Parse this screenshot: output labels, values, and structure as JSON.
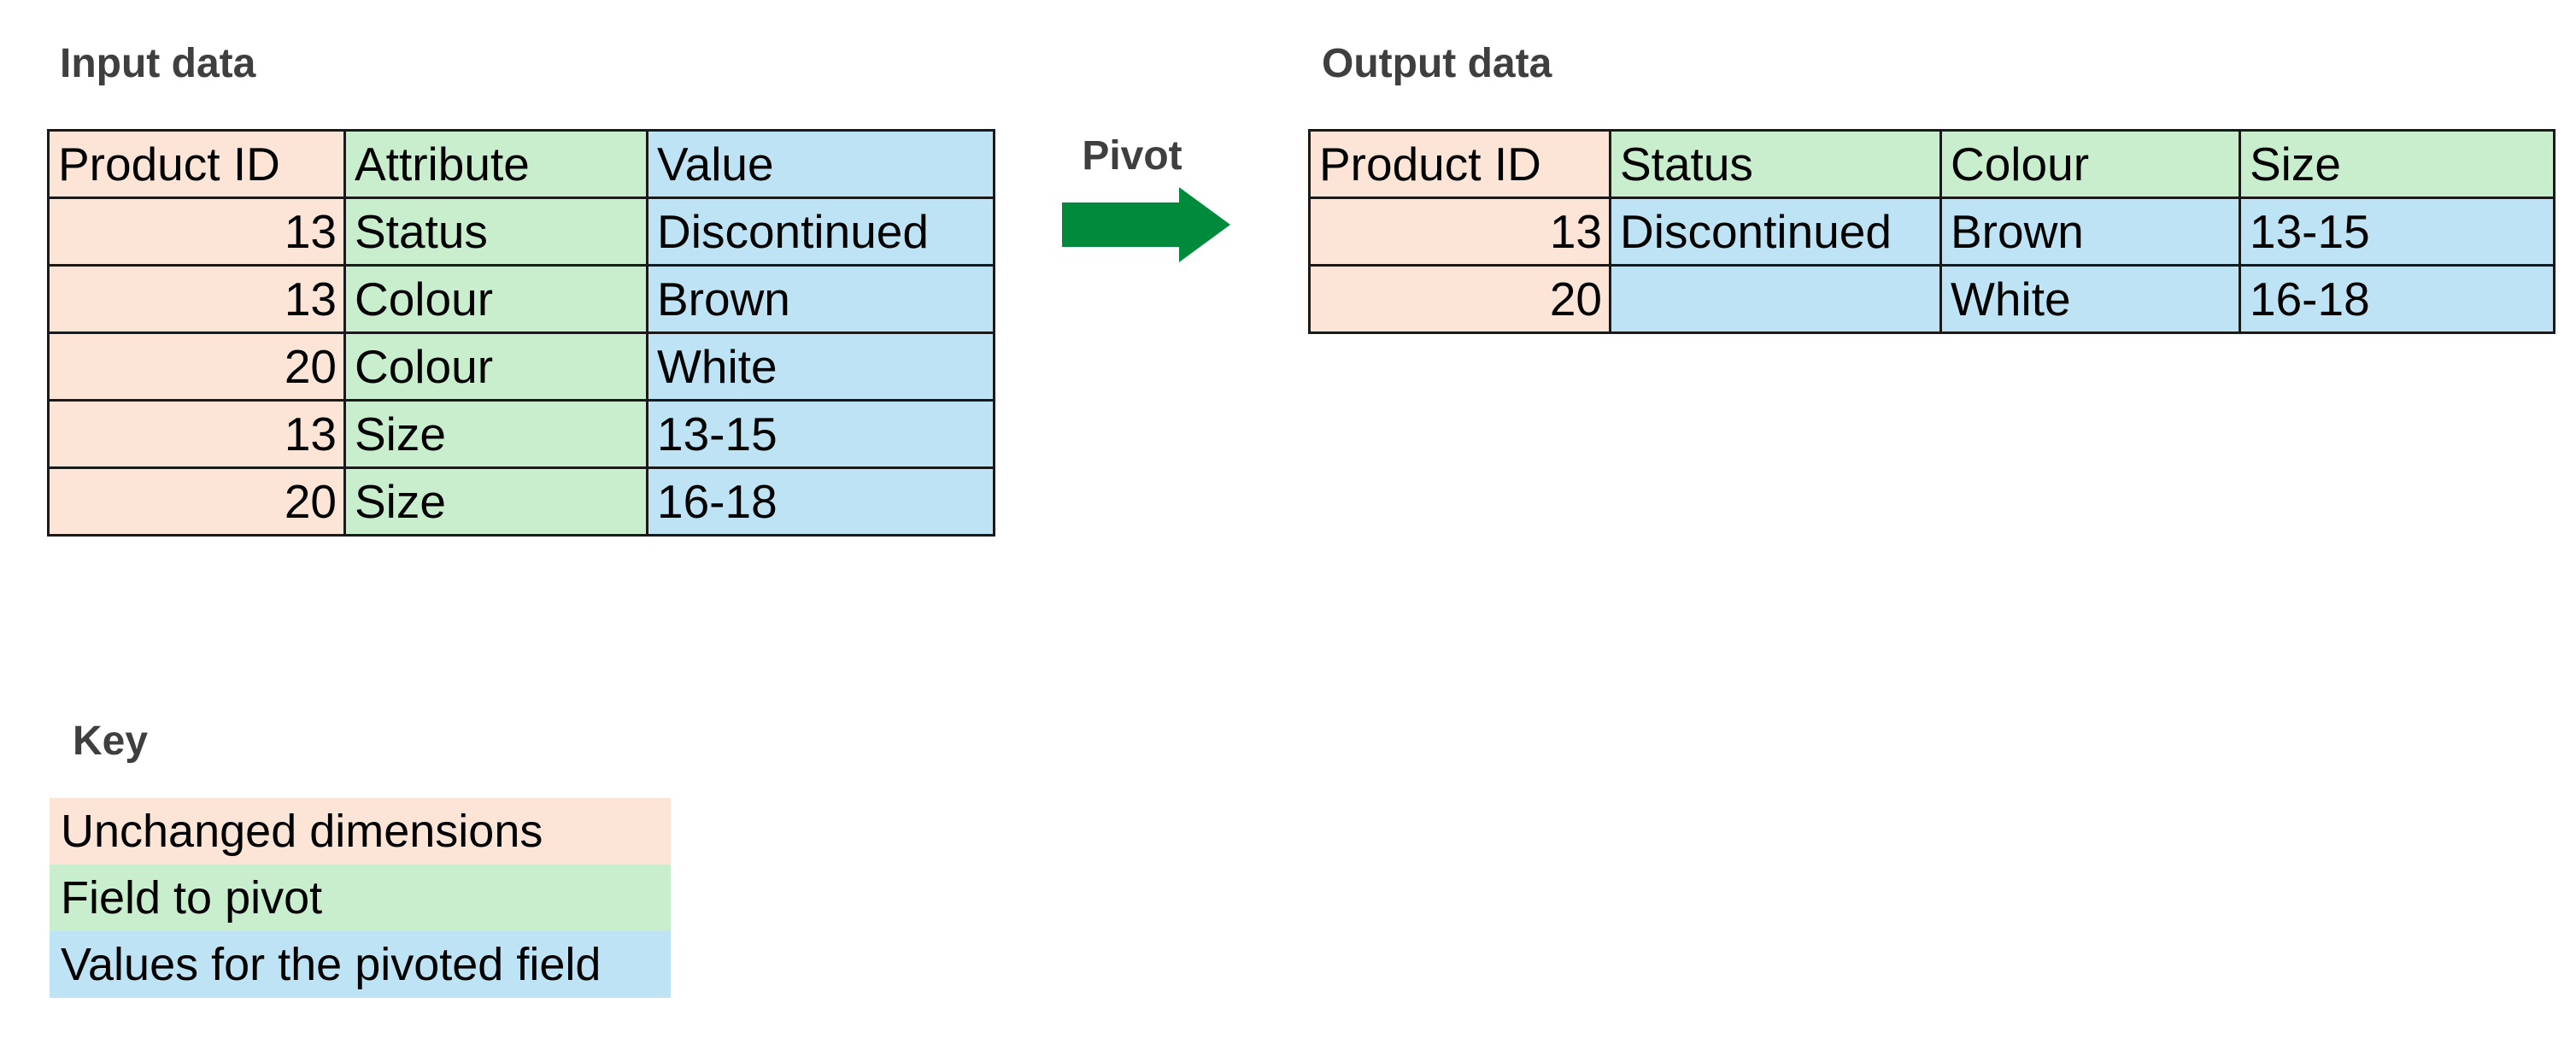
{
  "colors": {
    "unchanged_dimensions": "#FCE4D6",
    "field_to_pivot": "#C8EECD",
    "pivoted_values": "#BEE3F5",
    "arrow_green": "#008A3C",
    "title_text": "#3F3F3F",
    "table_border": "#1A1A1A"
  },
  "input_table": {
    "title": "Input data",
    "columns": [
      "Product ID",
      "Attribute",
      "Value"
    ],
    "rows": [
      [
        "13",
        "Status",
        "Discontinued"
      ],
      [
        "13",
        "Colour",
        "Brown"
      ],
      [
        "20",
        "Colour",
        "White"
      ],
      [
        "13",
        "Size",
        "13-15"
      ],
      [
        "20",
        "Size",
        "16-18"
      ]
    ]
  },
  "pivot": {
    "label": "Pivot"
  },
  "output_table": {
    "title": "Output data",
    "columns": [
      "Product ID",
      "Status",
      "Colour",
      "Size"
    ],
    "rows": [
      [
        "13",
        "Discontinued",
        "Brown",
        "13-15"
      ],
      [
        "20",
        "",
        "White",
        "16-18"
      ]
    ]
  },
  "key": {
    "title": "Key",
    "items": [
      {
        "label": "Unchanged dimensions",
        "color": "#FCE4D6"
      },
      {
        "label": "Field to pivot",
        "color": "#C8EECD"
      },
      {
        "label": "Values for the pivoted field",
        "color": "#BEE3F5"
      }
    ]
  }
}
